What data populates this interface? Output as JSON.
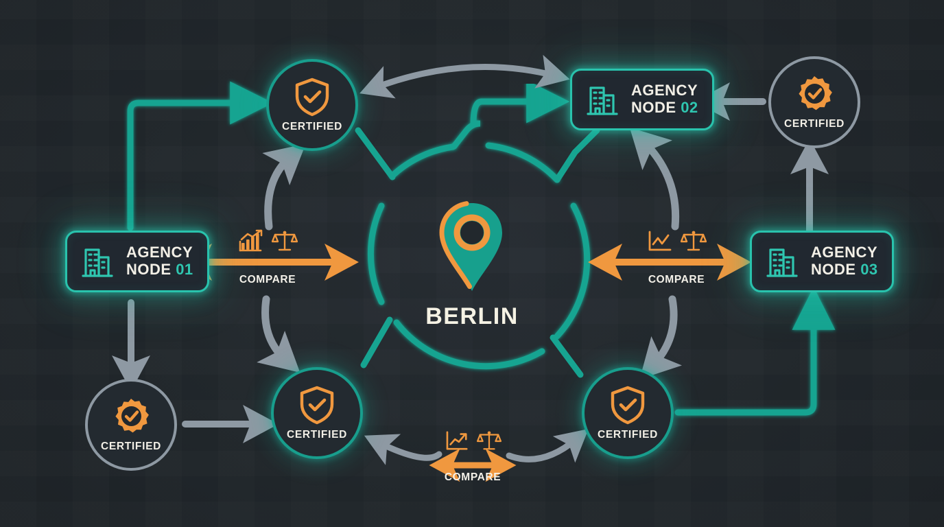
{
  "diagram": {
    "title": "Berlin agency node certification comparison map",
    "center": {
      "city": "BERLIN",
      "pin_icon": "map-pin-icon",
      "pin_body_color": "#17a08d",
      "pin_ring_color": "#f0983f"
    },
    "colors": {
      "background": "#22282d",
      "teal": "#29c3ad",
      "teal_dark": "#189e8d",
      "orange": "#f0983f",
      "gray": "#8e99a3",
      "text": "#f2efe6"
    },
    "nodes": [
      {
        "id": "node01",
        "icon": "office-building-icon",
        "line1": "AGENCY",
        "line2": "NODE",
        "number": "01",
        "accent": "#29c3ad"
      },
      {
        "id": "node02",
        "icon": "office-building-icon",
        "line1": "AGENCY",
        "line2": "NODE",
        "number": "02",
        "accent": "#29c3ad"
      },
      {
        "id": "node03",
        "icon": "office-building-icon",
        "line1": "AGENCY",
        "line2": "NODE",
        "number": "03",
        "accent": "#29c3ad"
      }
    ],
    "badges": [
      {
        "id": "badge-top-left",
        "label": "CERTIFIED",
        "icon": "shield-check-icon",
        "ring": "teal"
      },
      {
        "id": "badge-top-right",
        "label": "CERTIFIED",
        "icon": "rosette-check-icon",
        "ring": "gray"
      },
      {
        "id": "badge-bottom-left",
        "label": "CERTIFIED",
        "icon": "rosette-check-icon",
        "ring": "gray"
      },
      {
        "id": "badge-bottom-mid",
        "label": "CERTIFIED",
        "icon": "shield-check-icon",
        "ring": "teal"
      },
      {
        "id": "badge-bottom-right",
        "label": "CERTIFIED",
        "icon": "shield-check-icon",
        "ring": "teal"
      }
    ],
    "compare_links": [
      {
        "id": "compare-left",
        "label": "COMPARE",
        "icons": [
          "bar-chart-growth-icon",
          "balance-scales-icon"
        ],
        "arrow": "double-headed-horizontal-arrow",
        "color": "#f0983f"
      },
      {
        "id": "compare-right",
        "label": "COMPARE",
        "icons": [
          "line-chart-icon",
          "balance-scales-icon"
        ],
        "arrow": "double-headed-horizontal-arrow",
        "color": "#f0983f"
      },
      {
        "id": "compare-bottom",
        "label": "COMPARE",
        "icons": [
          "line-chart-growth-icon",
          "balance-scales-icon"
        ],
        "arrow": "double-headed-horizontal-arrow",
        "color": "#f0983f"
      }
    ],
    "connectors": [
      {
        "id": "teal-node01-to-badge-top-left",
        "color": "#17a491",
        "style": "elbow",
        "arrowhead": "end"
      },
      {
        "id": "teal-badge-bottom-right-to-node03",
        "color": "#17a491",
        "style": "elbow",
        "arrowhead": "end"
      },
      {
        "id": "teal-center-ring-to-node02",
        "color": "#17a491",
        "style": "elbow",
        "arrowhead": "end"
      },
      {
        "id": "gray-arc-top-badges",
        "color": "#8e99a3",
        "style": "arc",
        "arrowhead": "both"
      },
      {
        "id": "gray-arc-bottom-badges",
        "color": "#8e99a3",
        "style": "arc",
        "arrowhead": "both"
      },
      {
        "id": "gray-node01-to-badge-bottom-left",
        "color": "#8e99a3",
        "style": "straight",
        "arrowhead": "end"
      },
      {
        "id": "gray-badge-bottom-left-to-badge-bottom-mid",
        "color": "#8e99a3",
        "style": "straight",
        "arrowhead": "end"
      },
      {
        "id": "gray-badge-top-right-to-node02",
        "color": "#8e99a3",
        "style": "straight",
        "arrowhead": "end"
      },
      {
        "id": "gray-node03-to-badge-top-right",
        "color": "#8e99a3",
        "style": "straight",
        "arrowhead": "end"
      },
      {
        "id": "gray-arc-up-left-to-badge-top-left",
        "color": "#8e99a3",
        "style": "arc",
        "arrowhead": "end"
      },
      {
        "id": "gray-arc-down-left-to-badge-bottom-mid",
        "color": "#8e99a3",
        "style": "arc",
        "arrowhead": "end"
      },
      {
        "id": "gray-arc-up-right-to-node02",
        "color": "#8e99a3",
        "style": "arc",
        "arrowhead": "end"
      },
      {
        "id": "gray-arc-down-right-to-badge-bottom-right",
        "color": "#8e99a3",
        "style": "arc",
        "arrowhead": "end"
      }
    ]
  }
}
